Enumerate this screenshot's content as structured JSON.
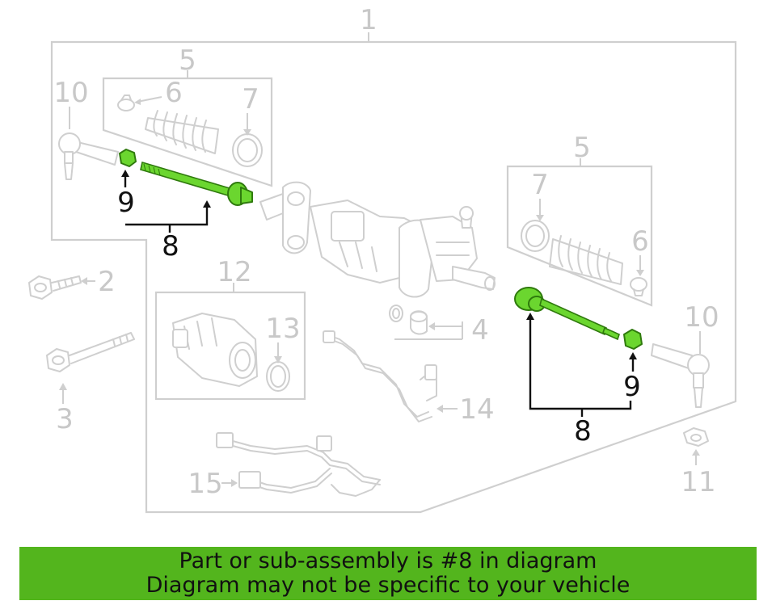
{
  "callouts": {
    "c1": "1",
    "c2": "2",
    "c3": "3",
    "c4": "4",
    "c5_left": "5",
    "c5_right": "5",
    "c6_left": "6",
    "c6_right": "6",
    "c7_left": "7",
    "c7_right": "7",
    "c8_left": "8",
    "c8_right": "8",
    "c9_left": "9",
    "c9_right": "9",
    "c10_left": "10",
    "c10_right": "10",
    "c11": "11",
    "c12": "12",
    "c13": "13",
    "c14": "14",
    "c15": "15"
  },
  "highlight": {
    "part_number": "8",
    "color": "#6bd62f"
  },
  "banner": {
    "line1": "Part or sub-assembly is #8 in diagram",
    "line2": "Diagram may not be specific to your vehicle",
    "color": "#53b51d"
  }
}
